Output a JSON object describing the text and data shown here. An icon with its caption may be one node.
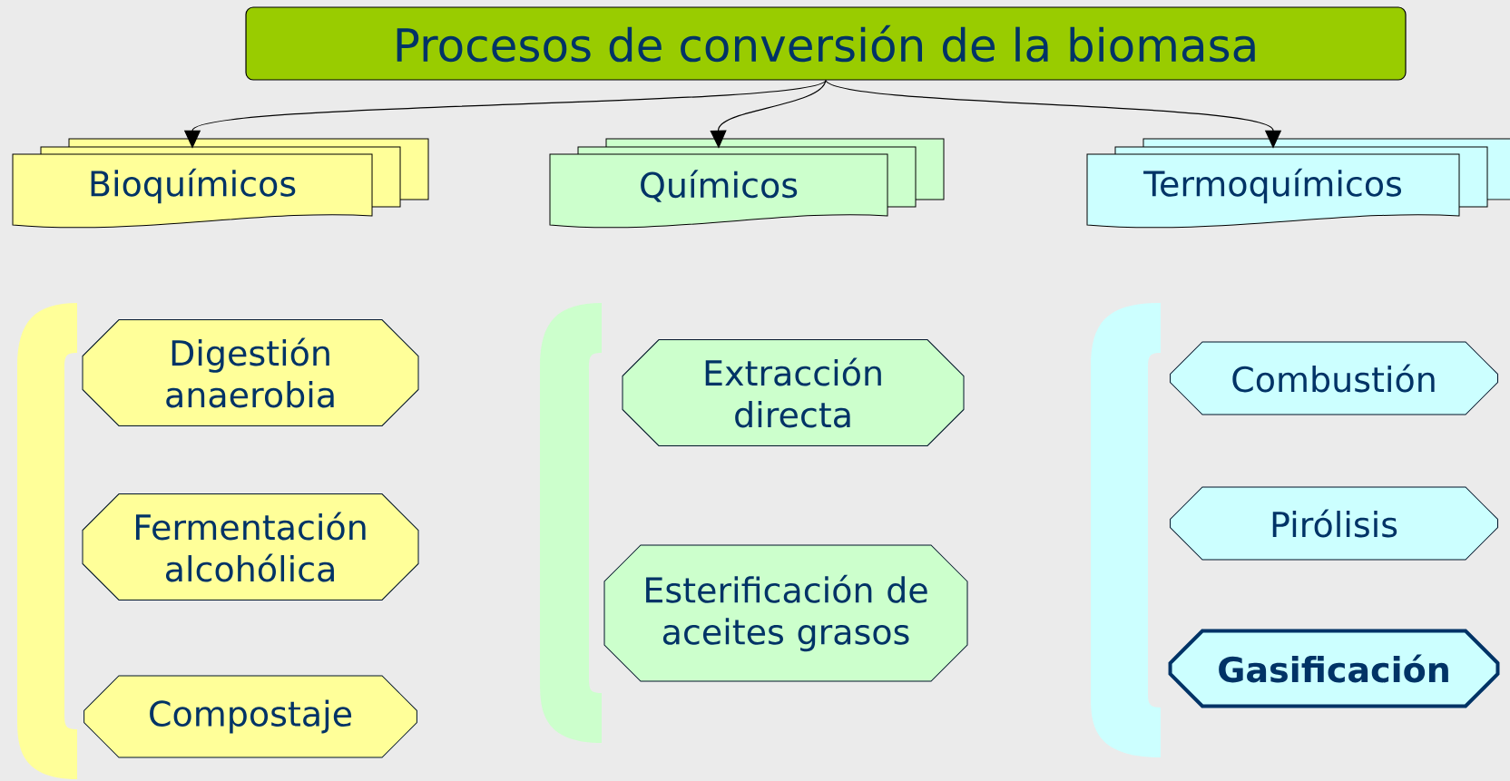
{
  "diagram": {
    "nodes": [
      {
        "text": [
          "Procesos de conversión de la biomasa"
        ]
      },
      {
        "text": [
          "Bioquímicos"
        ]
      },
      {
        "text": [
          "Químicos"
        ]
      },
      {
        "text": [
          "Termoquímicos"
        ]
      },
      {
        "text": [
          "Digestión anaerobia"
        ]
      },
      {
        "text": [
          "Fermentación alcohólica"
        ]
      },
      {
        "text": [
          "Compostaje"
        ]
      },
      {
        "text": [
          "Extracción directa"
        ]
      },
      {
        "text": [
          "Esterificación de aceites grasos"
        ]
      },
      {
        "text": [
          "Combustión"
        ]
      },
      {
        "text": [
          "Pirólisis"
        ]
      },
      {
        "text": [
          "Gasificación"
        ]
      }
    ],
    "edges": [
      {
        "from": 0,
        "to": 1,
        "arrow": "to"
      },
      {
        "from": 0,
        "to": 2,
        "arrow": "to"
      },
      {
        "from": 0,
        "to": 3,
        "arrow": "to"
      }
    ]
  }
}
